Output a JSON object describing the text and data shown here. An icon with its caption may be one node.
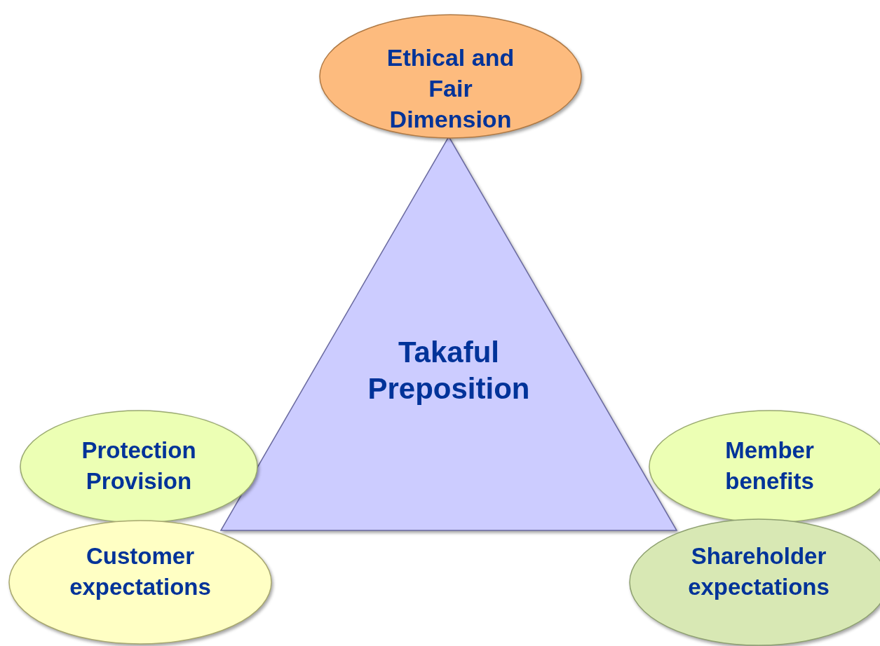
{
  "diagram": {
    "nodes": [
      {
        "text": [
          "Ethical and Fair Dimension"
        ]
      },
      {
        "text": [
          "Takaful Preposition"
        ]
      },
      {
        "text": [
          "Protection Provision"
        ]
      },
      {
        "text": [
          "Customer expectations"
        ]
      },
      {
        "text": [
          "Member benefits"
        ]
      },
      {
        "text": [
          "Shareholder expectations"
        ]
      }
    ],
    "edges": []
  }
}
